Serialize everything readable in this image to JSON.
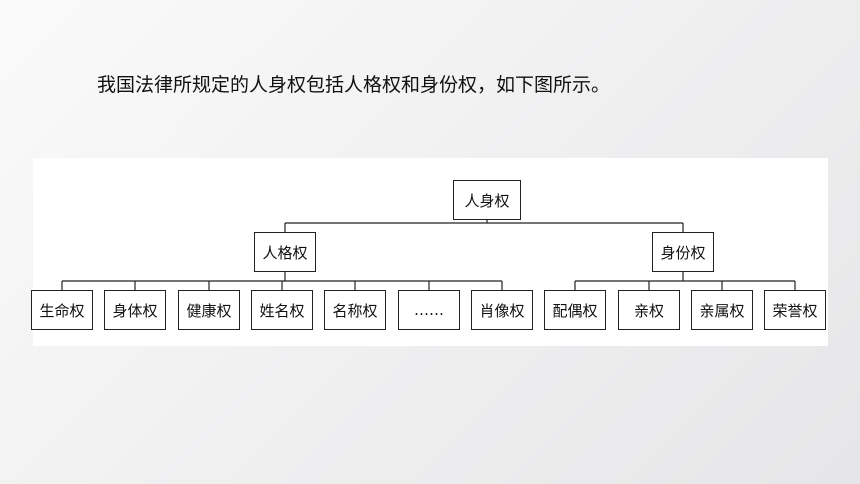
{
  "heading": "我国法律所规定的人身权包括人格权和身份权，如下图所示。",
  "diagram": {
    "root": "人身权",
    "branches": [
      {
        "label": "人格权",
        "children": [
          "生命权",
          "身体权",
          "健康权",
          "姓名权",
          "名称权",
          "……",
          "肖像权"
        ]
      },
      {
        "label": "身份权",
        "children": [
          "配偶权",
          "亲权",
          "亲属权",
          "荣誉权"
        ]
      }
    ]
  }
}
